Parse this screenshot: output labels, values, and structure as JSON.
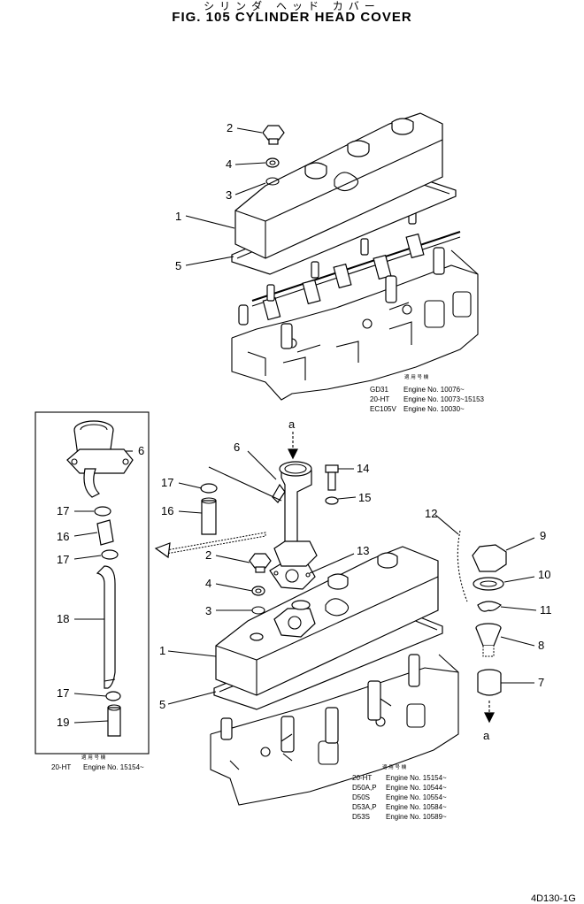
{
  "title_jp": "シリンダ ヘッド カバー",
  "title": "FIG. 105  CYLINDER HEAD COVER",
  "top_assembly": {
    "callouts": [
      "2",
      "4",
      "3",
      "1",
      "5"
    ],
    "note_header": "適 用 号 機",
    "applicability": [
      {
        "model": "GD31",
        "engine": "Engine No. 10076~"
      },
      {
        "model": "20-HT",
        "engine": "Engine No. 10073~15153"
      },
      {
        "model": "EC105V",
        "engine": "Engine No. 10030~"
      }
    ]
  },
  "left_assembly": {
    "callouts": [
      "6",
      "17",
      "16",
      "17",
      "18",
      "17",
      "19"
    ],
    "note_header": "適 用 号 機",
    "applicability": [
      {
        "model": "20-HT",
        "engine": "Engine No. 15154~"
      }
    ]
  },
  "bottom_assembly": {
    "callouts": [
      "6",
      "17",
      "16",
      "2",
      "4",
      "3",
      "1",
      "5",
      "14",
      "15",
      "13",
      "12",
      "9",
      "10",
      "11",
      "8",
      "7"
    ],
    "arrow_label_top": "a",
    "arrow_label_bottom": "a",
    "note_header": "適 用 号 機",
    "applicability": [
      {
        "model": "20-HT",
        "engine": "Engine No. 15154~"
      },
      {
        "model": "D50A,P",
        "engine": "Engine No. 10544~"
      },
      {
        "model": "D50S",
        "engine": "Engine No. 10554~"
      },
      {
        "model": "D53A,P",
        "engine": "Engine No. 10584~"
      },
      {
        "model": "D53S",
        "engine": "Engine No. 10589~"
      }
    ]
  },
  "drawing_code": "4D130-1G"
}
